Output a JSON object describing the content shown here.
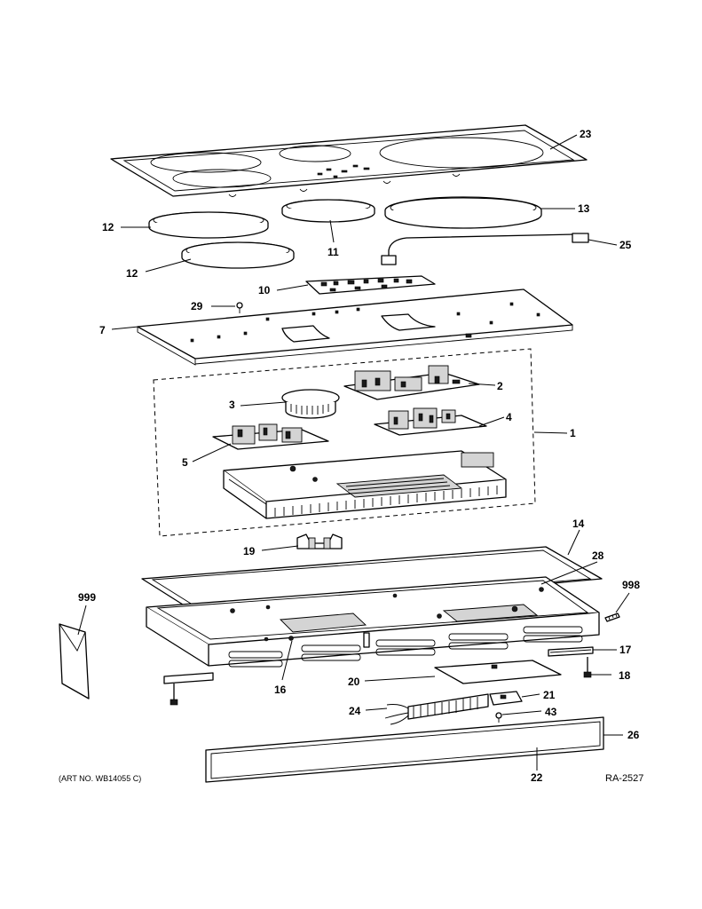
{
  "callouts": {
    "c1": "1",
    "c2": "2",
    "c3": "3",
    "c4": "4",
    "c5": "5",
    "c7": "7",
    "c10": "10",
    "c11": "11",
    "c12a": "12",
    "c12b": "12",
    "c13": "13",
    "c14": "14",
    "c16": "16",
    "c17": "17",
    "c18": "18",
    "c19": "19",
    "c20": "20",
    "c21": "21",
    "c22": "22",
    "c23": "23",
    "c24": "24",
    "c25": "25",
    "c26": "26",
    "c28": "28",
    "c29": "29",
    "c43": "43",
    "c998": "998",
    "c999": "999"
  },
  "footer": {
    "art_no": "(ART NO. WB14055 C)",
    "ra_code": "RA-2527"
  }
}
